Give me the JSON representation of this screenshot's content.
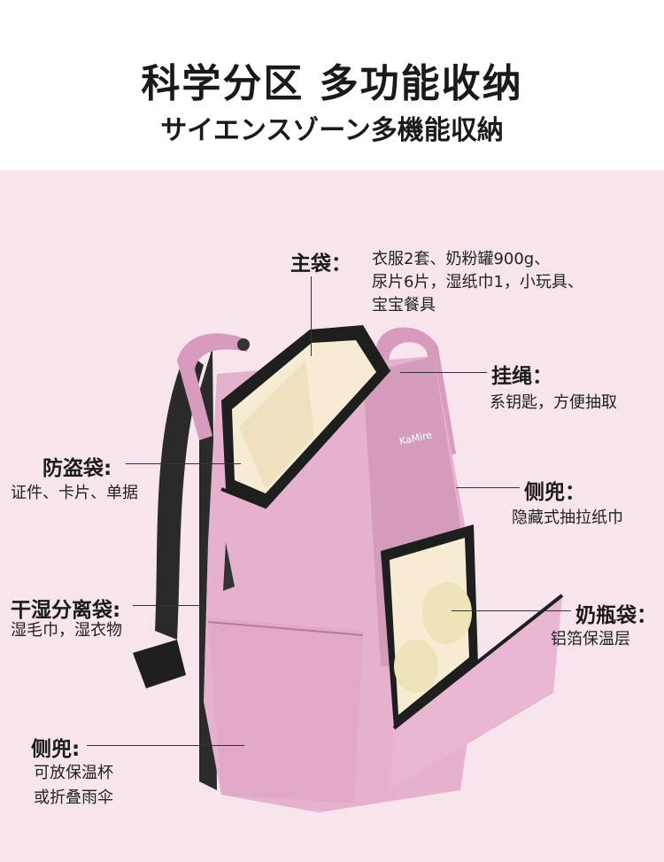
{
  "header": {
    "title": "科学分区 多功能收纳",
    "subtitle": "サイエンスゾーン多機能収納"
  },
  "bag": {
    "brand": "KaMire",
    "colors": {
      "pink": "#e9b4cf",
      "pink_dark": "#c98aad",
      "lining": "#f6ecd4",
      "black": "#1e1e1e",
      "background": "#f7e4ec"
    }
  },
  "callouts": {
    "main_pocket": {
      "title": "主袋：",
      "lines": [
        "衣服2套、奶粉罐900g、",
        "尿片6片，湿纸巾1，小玩具、",
        "宝宝餐具"
      ]
    },
    "strap": {
      "title": "挂绳：",
      "lines": [
        "系钥匙，方便抽取"
      ]
    },
    "anti_theft": {
      "title": "防盗袋:",
      "lines": [
        "证件、卡片、单据"
      ]
    },
    "side_pocket_right": {
      "title": "侧兜：",
      "lines": [
        "隐藏式抽拉纸巾"
      ]
    },
    "wet_dry": {
      "title": "干湿分离袋:",
      "lines": [
        "湿毛巾，湿衣物"
      ]
    },
    "bottle": {
      "title": "奶瓶袋：",
      "lines": [
        "铝箔保温层"
      ]
    },
    "side_pocket_left": {
      "title": "侧兜:",
      "lines": [
        "可放保温杯",
        "或折叠雨伞"
      ]
    }
  }
}
